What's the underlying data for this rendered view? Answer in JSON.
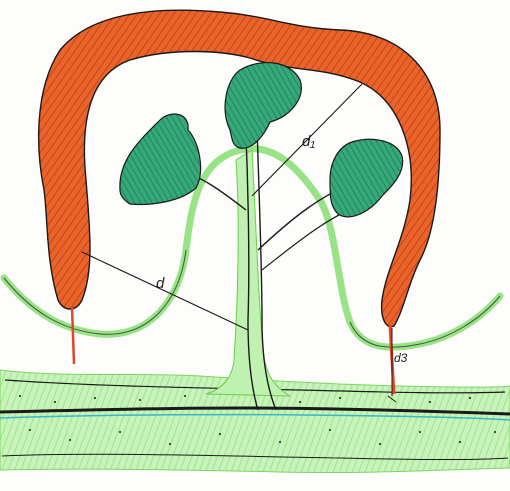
{
  "labels": {
    "d": "d",
    "d1": "d₁",
    "d3": "d3"
  },
  "colors": {
    "paper": "#fdfdfb",
    "orange_fill": "#e8642a",
    "orange_dark": "#c84318",
    "green_light": "#8ee07a",
    "green_mid": "#6ccc4a",
    "teal_fill": "#2fa36d",
    "teal_dark": "#1c7a52",
    "ink": "#1a1a1a",
    "cyan": "#39b7c9",
    "drip_red": "#e2452a"
  }
}
